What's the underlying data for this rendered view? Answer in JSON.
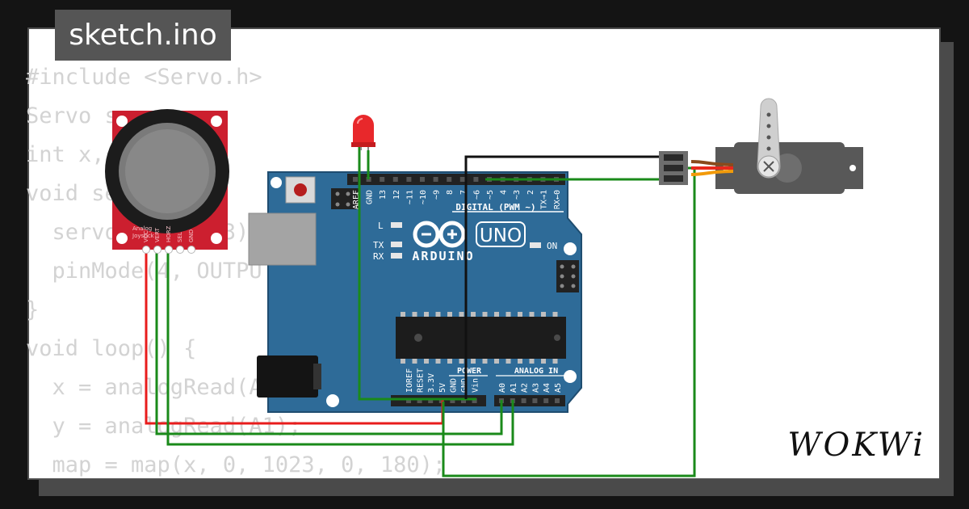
{
  "window": {
    "title": "sketch.ino"
  },
  "code_lines": [
    "#include <Servo.h>",
    "Servo servo;",
    "int x, y, map;",
    "void setup() {",
    "  servo.attach(3);",
    "  pinMode(4, OUTPUT);",
    "}",
    "void loop() {",
    "  x = analogRead(A0);",
    "  y = analogRead(A1);",
    "  map = map(x, 0, 1023, 0, 180);"
  ],
  "board": {
    "model": "UNO",
    "brand": "ARDUINO",
    "digital_label": "DIGITAL (PWM ~)",
    "power_label": "POWER",
    "analog_label": "ANALOG IN",
    "digital_pins": [
      "AREF",
      "GND",
      "13",
      "12",
      "~11",
      "~10",
      "~9",
      "8",
      "7",
      "~6",
      "~5",
      "4",
      "~3",
      "2",
      "TX→1",
      "RX←0"
    ],
    "power_pins": [
      "IOREF",
      "RESET",
      "3.3V",
      "5V",
      "GND",
      "GND",
      "Vin"
    ],
    "analog_pins": [
      "A0",
      "A1",
      "A2",
      "A3",
      "A4",
      "A5"
    ],
    "led_labels": {
      "l": "L",
      "tx": "TX",
      "rx": "RX",
      "on": "ON"
    },
    "color": "#2e6b98"
  },
  "joystick": {
    "labels": [
      "Analog",
      "Joystick"
    ],
    "pins": [
      "VCC",
      "VERT",
      "HORZ",
      "SEL",
      "GND"
    ],
    "color": "#cc1f2f"
  },
  "wire_colors": {
    "power": "#e81c1c",
    "signal": "#1a8a1a",
    "ground": "#111111"
  },
  "watermark": {
    "brand": "WOKWi"
  }
}
